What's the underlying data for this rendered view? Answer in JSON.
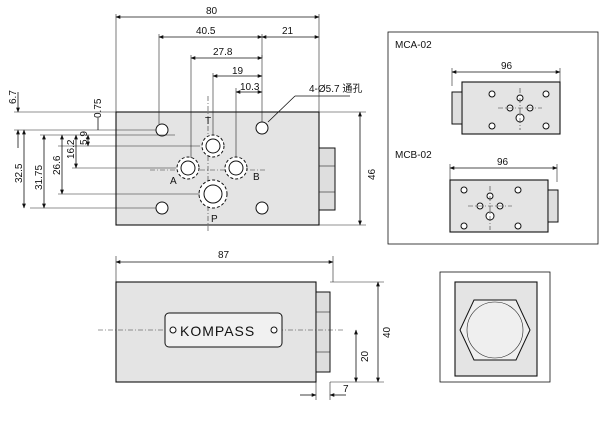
{
  "dimensions": {
    "top_width": "80",
    "width_40_5": "40.5",
    "width_21": "21",
    "width_27_8": "27.8",
    "width_19": "19",
    "width_10_3": "10.3",
    "hole_note": "4-Ø5.7 通孔",
    "h_6_7": "6.7",
    "h_0_75": "0.75",
    "h_5_9": "5.9",
    "h_16_2": "16.2",
    "h_26_6": "26.6",
    "h_31_75": "31.75",
    "h_32_5": "32.5",
    "h_46": "46",
    "length_87": "87",
    "height_40": "40",
    "height_20": "20",
    "depth_7": "7"
  },
  "ports": {
    "t": "T",
    "a": "A",
    "b": "B",
    "p": "P"
  },
  "variants": {
    "mca": {
      "title": "MCA-02",
      "width": "96"
    },
    "mcb": {
      "title": "MCB-02",
      "width": "96"
    }
  },
  "nameplate": {
    "brand": "KOMPASS"
  }
}
